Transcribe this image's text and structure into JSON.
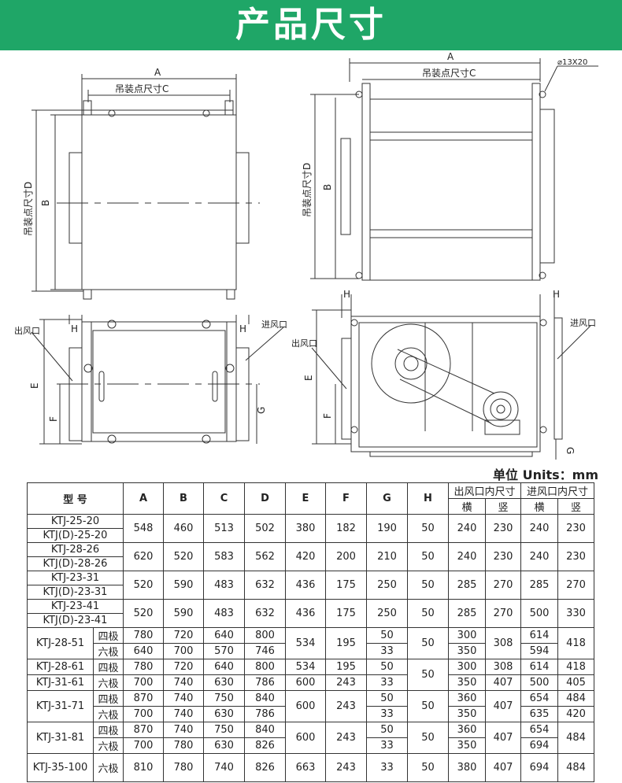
{
  "banner": {
    "title": "产品尺寸"
  },
  "drawings": {
    "dim_A": "A",
    "dim_B": "B",
    "dim_C": "吊装点尺寸C",
    "dim_D": "吊装点尺寸D",
    "dim_E": "E",
    "dim_F": "F",
    "dim_G": "G",
    "dim_H": "H",
    "hole_note": "⌀13X20",
    "outlet": "出风口",
    "inlet": "进风口"
  },
  "units": "单位 Units：mm",
  "table": {
    "header": {
      "model": "型 号",
      "cols": [
        "A",
        "B",
        "C",
        "D",
        "E",
        "F",
        "G",
        "H"
      ],
      "outlet": "出风口内尺寸",
      "inlet": "进风口内尺寸",
      "horiz": "横",
      "vert": "竖"
    },
    "rows": {
      "r1": {
        "m1": "KTJ-25-20",
        "m2": "KTJ(D)-25-20",
        "v": [
          "548",
          "460",
          "513",
          "502",
          "380",
          "182",
          "190",
          "50",
          "240",
          "230",
          "240",
          "230"
        ]
      },
      "r2": {
        "m1": "KTJ-28-26",
        "m2": "KTJ(D)-28-26",
        "v": [
          "620",
          "520",
          "583",
          "562",
          "420",
          "200",
          "210",
          "50",
          "240",
          "230",
          "240",
          "230"
        ]
      },
      "r3": {
        "m1": "KTJ-23-31",
        "m2": "KTJ(D)-23-31",
        "v": [
          "520",
          "590",
          "483",
          "632",
          "436",
          "175",
          "250",
          "50",
          "285",
          "270",
          "285",
          "270"
        ]
      },
      "r4": {
        "m1": "KTJ-23-41",
        "m2": "KTJ(D)-23-41",
        "v": [
          "520",
          "590",
          "483",
          "632",
          "436",
          "175",
          "250",
          "50",
          "285",
          "270",
          "500",
          "330"
        ]
      },
      "r5": {
        "m": "KTJ-28-51",
        "p1": "四极",
        "p2": "六极",
        "a1": [
          "780",
          "720",
          "640",
          "800"
        ],
        "a2": [
          "640",
          "700",
          "570",
          "746"
        ],
        "e": "534",
        "f": "195",
        "g1": "50",
        "g2": "33",
        "h": "50",
        "oh1": "300",
        "oh2": "350",
        "ov": "308",
        "ih1": "614",
        "ih2": "594",
        "iv": "418"
      },
      "r6": {
        "m1": "KTJ-28-61",
        "m2": "KTJ-31-61",
        "p1": "四极",
        "p2": "六极",
        "a1": [
          "780",
          "720",
          "640",
          "800",
          "534",
          "195",
          "50"
        ],
        "a2": [
          "700",
          "740",
          "630",
          "786",
          "600",
          "243",
          "33"
        ],
        "h": "50",
        "b1": [
          "300",
          "308",
          "614",
          "418"
        ],
        "b2": [
          "350",
          "407",
          "500",
          "405"
        ]
      },
      "r7": {
        "m": "KTJ-31-71",
        "p1": "四极",
        "p2": "六极",
        "a1": [
          "870",
          "740",
          "750",
          "840"
        ],
        "a2": [
          "700",
          "740",
          "630",
          "786"
        ],
        "e": "600",
        "f": "243",
        "g1": "50",
        "g2": "33",
        "h": "50",
        "oh1": "360",
        "oh2": "350",
        "ov": "407",
        "ih1": "654",
        "ih2": "635",
        "iv1": "484",
        "iv2": "420"
      },
      "r8": {
        "m": "KTJ-31-81",
        "p1": "四极",
        "p2": "六极",
        "a1": [
          "870",
          "740",
          "750",
          "840"
        ],
        "a2": [
          "700",
          "780",
          "630",
          "826"
        ],
        "e": "600",
        "f": "243",
        "g1": "50",
        "g2": "33",
        "h": "50",
        "oh1": "360",
        "oh2": "350",
        "ov": "407",
        "ih1": "654",
        "ih2": "694",
        "iv": "484"
      },
      "r9": {
        "m": "KTJ-35-100",
        "p": "六极",
        "v": [
          "810",
          "780",
          "740",
          "826",
          "663",
          "243",
          "33",
          "50",
          "380",
          "407",
          "694",
          "484"
        ]
      }
    }
  }
}
